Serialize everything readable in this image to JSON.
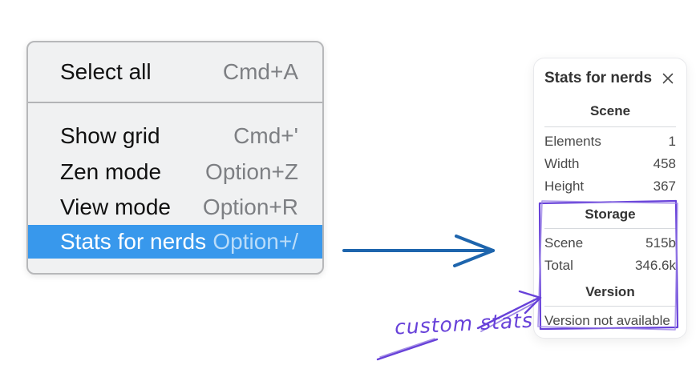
{
  "context_menu": {
    "items": [
      {
        "label": "Select all",
        "shortcut": "Cmd+A",
        "selected": false
      },
      {
        "label": "Show grid",
        "shortcut": "Cmd+'",
        "selected": false
      },
      {
        "label": "Zen mode",
        "shortcut": "Option+Z",
        "selected": false
      },
      {
        "label": "View mode",
        "shortcut": "Option+R",
        "selected": false
      },
      {
        "label": "Stats for nerds",
        "shortcut": "Option+/",
        "selected": true
      }
    ],
    "highlight_color": "#3898ec"
  },
  "stats_panel": {
    "title": "Stats for nerds",
    "close_icon": "close-icon",
    "sections": [
      {
        "heading": "Scene",
        "rows": [
          {
            "label": "Elements",
            "value": "1"
          },
          {
            "label": "Width",
            "value": "458"
          },
          {
            "label": "Height",
            "value": "367"
          }
        ]
      },
      {
        "heading": "Storage",
        "rows": [
          {
            "label": "Scene",
            "value": "515b"
          },
          {
            "label": "Total",
            "value": "346.6k"
          }
        ]
      },
      {
        "heading": "Version",
        "note": "Version not available"
      }
    ]
  },
  "annotations": {
    "custom_stats_label": "custom stats",
    "connector_arrow_color": "#1e65ad",
    "annotation_color": "#6741d9"
  }
}
